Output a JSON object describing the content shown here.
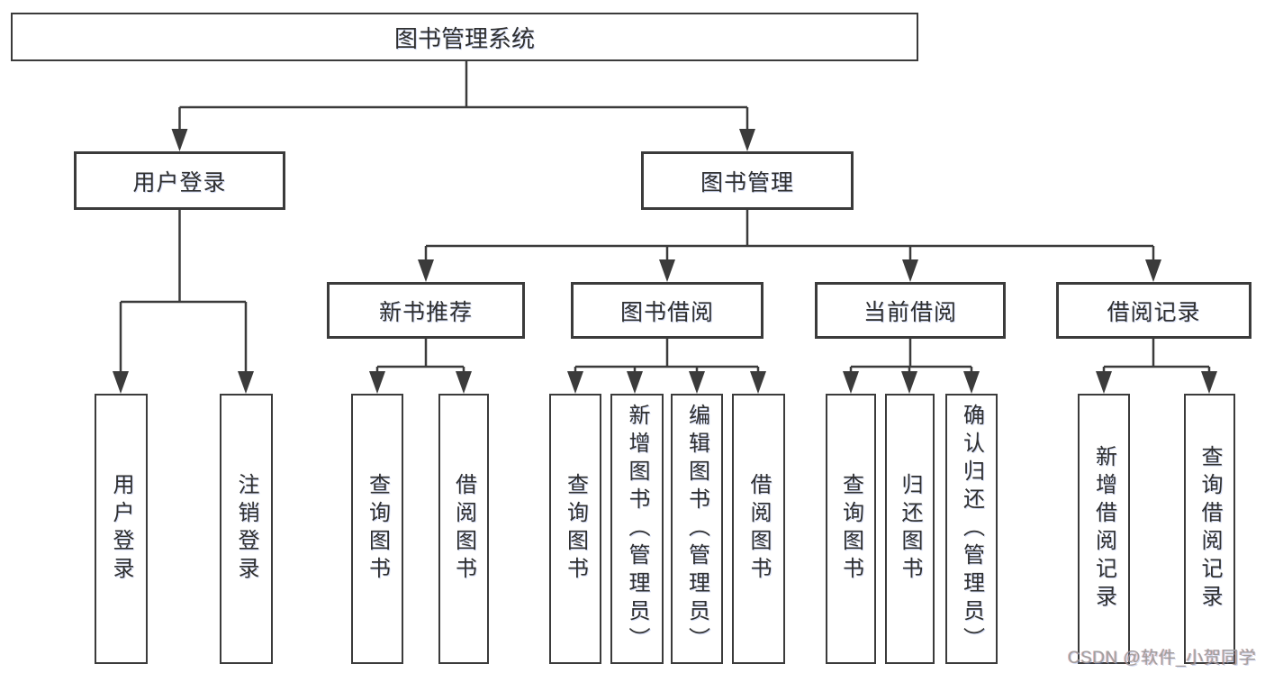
{
  "diagram": {
    "root": {
      "label": "图书管理系统"
    },
    "branches": [
      {
        "label": "用户登录",
        "children": [
          {
            "label": "用户登录"
          },
          {
            "label": "注销登录"
          }
        ]
      },
      {
        "label": "图书管理",
        "children": [
          {
            "label": "新书推荐",
            "children": [
              {
                "label": "查询图书"
              },
              {
                "label": "借阅图书"
              }
            ]
          },
          {
            "label": "图书借阅",
            "children": [
              {
                "label": "查询图书"
              },
              {
                "label": "新增图书（管理员）"
              },
              {
                "label": "编辑图书（管理员）"
              },
              {
                "label": "借阅图书"
              }
            ]
          },
          {
            "label": "当前借阅",
            "children": [
              {
                "label": "查询图书"
              },
              {
                "label": "归还图书"
              },
              {
                "label": "确认归还（管理员）"
              }
            ]
          },
          {
            "label": "借阅记录",
            "children": [
              {
                "label": "新增借阅记录"
              },
              {
                "label": "查询借阅记录"
              }
            ]
          }
        ]
      }
    ]
  },
  "watermark": {
    "text": "CSDN @软件_小贺同学"
  },
  "colors": {
    "line": "#3b3b3b",
    "box_border": "#3b3b3b",
    "text": "#2f2f2f",
    "watermark": "#9b9b9b",
    "background": "#ffffff"
  }
}
